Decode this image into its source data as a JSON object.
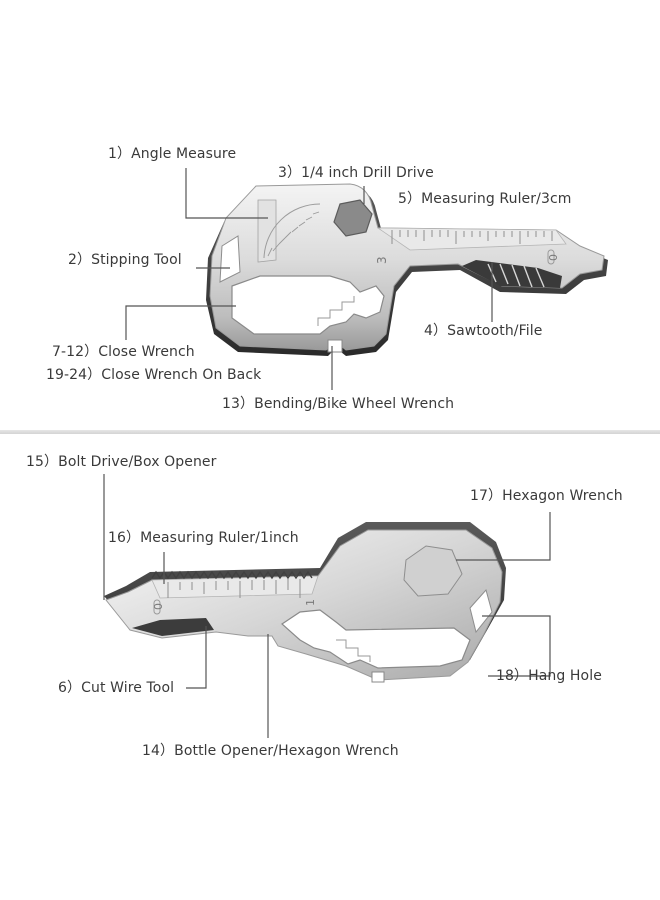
{
  "top_labels": {
    "angle_measure": "1）Angle Measure",
    "drill_drive": "3）1/4 inch Drill Drive",
    "measuring_ruler_3cm": "5）Measuring Ruler/3cm",
    "stripping_tool": "2）Stipping Tool",
    "sawtooth_file": "4）Sawtooth/File",
    "close_wrench": "7-12）Close Wrench",
    "close_wrench_back": "19-24）Close Wrench On Back",
    "bending_wrench": "13）Bending/Bike Wheel Wrench"
  },
  "bottom_labels": {
    "bolt_drive": "15）Bolt Drive/Box Opener",
    "hexagon_wrench": "17）Hexagon Wrench",
    "measuring_ruler_1inch": "16）Measuring Ruler/1inch",
    "cut_wire_tool": "6）Cut Wire Tool",
    "hang_hole": "18）Hang Hole",
    "bottle_opener": "14）Bottle Opener/Hexagon Wrench"
  },
  "ruler_marks": {
    "top_three": "3",
    "top_zero": "0",
    "bottom_zero": "0",
    "bottom_one": "1"
  },
  "colors": {
    "steel_light": "#eeeeee",
    "steel_mid": "#c9c9c9",
    "steel_dark": "#7a7a7a",
    "leader_line": "#555555",
    "text": "#3a3a3a"
  }
}
